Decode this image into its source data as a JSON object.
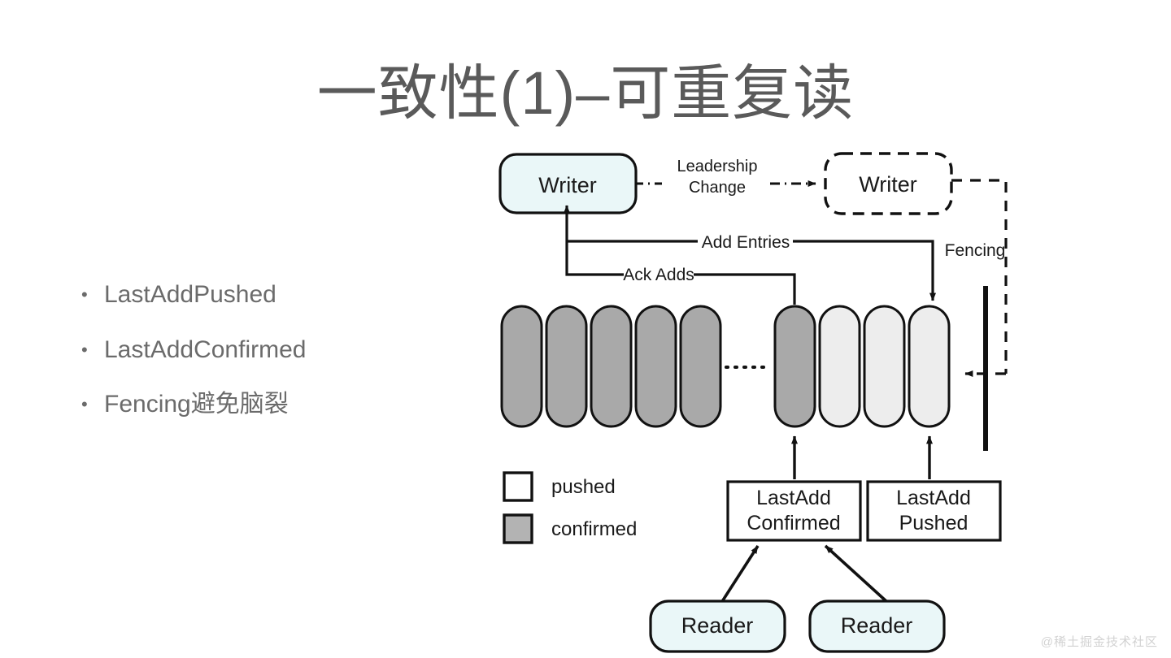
{
  "slide": {
    "title": "一致性(1)–可重复读",
    "background_color": "#ffffff",
    "title_color": "#5a5a5a"
  },
  "bullets": [
    {
      "marker": "•",
      "label": "LastAddPushed"
    },
    {
      "marker": "•",
      "label": "LastAddConfirmed"
    },
    {
      "marker": "•",
      "label": "Fencing避免脑裂"
    }
  ],
  "diagram": {
    "nodes": {
      "writer_active": "Writer",
      "writer_new": "Writer",
      "lastadd_confirmed_line1": "LastAdd",
      "lastadd_confirmed_line2": "Confirmed",
      "lastadd_pushed_line1": "LastAdd",
      "lastadd_pushed_line2": "Pushed",
      "reader_left": "Reader",
      "reader_right": "Reader"
    },
    "edges": {
      "leadership_change_line1": "Leadership",
      "leadership_change_line2": "Change",
      "add_entries": "Add Entries",
      "ack_adds": "Ack Adds",
      "fencing": "Fencing"
    },
    "legend": [
      {
        "swatch": "pushed-swatch",
        "label": "pushed",
        "fill": "#ffffff"
      },
      {
        "swatch": "confirmed-swatch",
        "label": "confirmed",
        "fill": "#b3b3b3"
      }
    ],
    "entries": {
      "confirmed_fill": "#a9a9a9",
      "pushed_fill": "#ededed",
      "left_group": [
        "confirmed",
        "confirmed",
        "confirmed",
        "confirmed",
        "confirmed"
      ],
      "right_group": [
        "confirmed",
        "pushed",
        "pushed",
        "pushed"
      ],
      "separator": "dotted"
    },
    "colors": {
      "node_fill": "#eaf7f8",
      "stroke": "#111111",
      "fence_bar": "#111111"
    }
  },
  "watermark": "@稀土掘金技术社区"
}
